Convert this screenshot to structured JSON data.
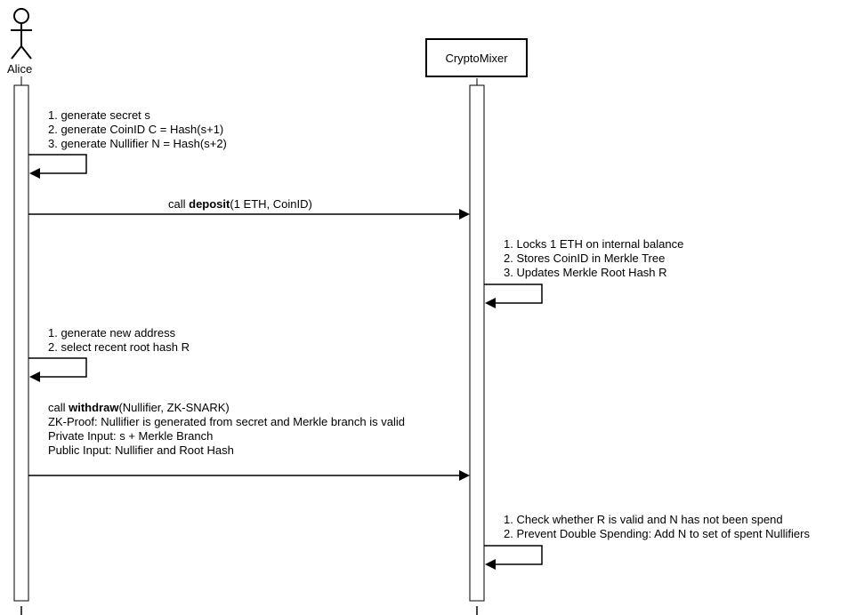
{
  "actors": {
    "alice": {
      "name": "Alice"
    },
    "mixer": {
      "name": "CryptoMixer"
    }
  },
  "messages": {
    "alice_self_1": [
      "1. generate secret s",
      "2. generate CoinID C = Hash(s+1)",
      "3. generate Nullifier N = Hash(s+2)"
    ],
    "deposit": {
      "prefix": "call ",
      "method": "deposit",
      "args": "(1 ETH, CoinID)"
    },
    "mixer_self_1": [
      "1. Locks 1 ETH on internal balance",
      "2. Stores CoinID in Merkle Tree",
      "3. Updates Merkle Root Hash R"
    ],
    "alice_self_2": [
      "1. generate new address",
      "2. select recent root hash R"
    ],
    "withdraw": {
      "prefix": "call ",
      "method": "withdraw",
      "args": "(Nullifier, ZK-SNARK)",
      "details": [
        "ZK-Proof: Nullifier is generated from secret and Merkle branch is valid",
        "Private Input: s + Merkle Branch",
        "Public Input: Nullifier and Root Hash"
      ]
    },
    "mixer_self_2": [
      "1. Check whether R is valid and N has not been spend",
      "2. Prevent Double Spending: Add N to set of spent Nullifiers"
    ]
  }
}
